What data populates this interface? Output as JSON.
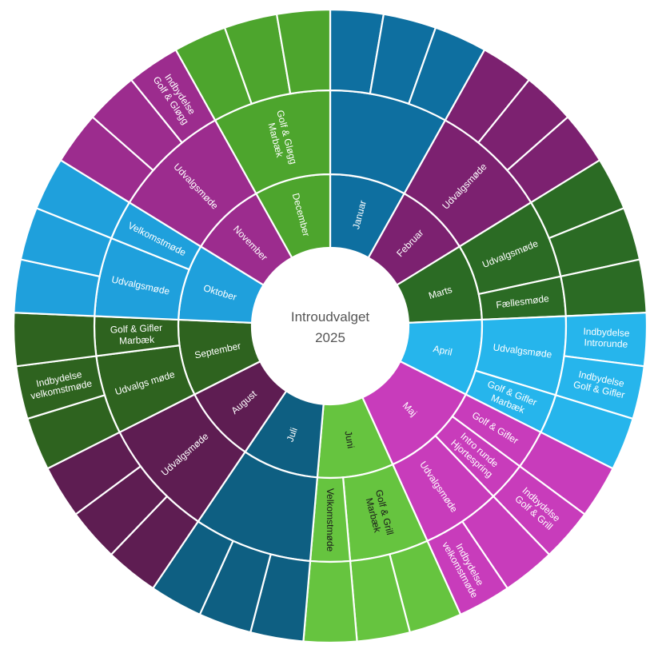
{
  "center": {
    "line1": "Introudvalget",
    "line2": "2025"
  },
  "colors": {
    "Januar": "#0e6fa0",
    "Februar": "#7c2170",
    "Marts": "#2b6b24",
    "April": "#26b5ec",
    "Maj": "#c83cbb",
    "Juni": "#66c43f",
    "Juli": "#0e5f82",
    "August": "#5e1d52",
    "September": "#2e631f",
    "Oktober": "#1fa0dc",
    "November": "#9c2c8e",
    "December": "#4da52d"
  },
  "months": [
    {
      "name": "Januar",
      "span": 3,
      "text_color": "#ffffff",
      "events": [
        {
          "label": "",
          "span": 3,
          "subs": 3
        }
      ]
    },
    {
      "name": "Februar",
      "span": 3,
      "text_color": "#ffffff",
      "events": [
        {
          "label": "Udvalgsmøde",
          "span": 3,
          "subs": 3
        }
      ]
    },
    {
      "name": "Marts",
      "span": 3,
      "text_color": "#ffffff",
      "events": [
        {
          "label": "Udvalgsmøde",
          "span": 2,
          "subs": 2
        },
        {
          "label": "Fællesmøde",
          "span": 1,
          "subs": 1
        }
      ]
    },
    {
      "name": "April",
      "span": 3,
      "text_color": "#ffffff",
      "events": [
        {
          "label": "Udvalgsmøde",
          "span": 2,
          "subs": 2,
          "sub_labels": [
            "Indbydelse Introrunde",
            "Indbydelse Golf & Gifler"
          ]
        },
        {
          "label": "Golf & Gifler Marbæk",
          "span": 1,
          "subs": 1
        }
      ]
    },
    {
      "name": "Maj",
      "span": 4,
      "text_color": "#ffffff",
      "events": [
        {
          "label": "Golf & Gifler",
          "span": 1,
          "subs": 1
        },
        {
          "label": "Intro runde Hjortespring",
          "span": 1,
          "subs": 1,
          "sub_labels": [
            "Indbydelse Golf & Grill"
          ]
        },
        {
          "label": "Udvalgsmøde",
          "span": 2,
          "subs": 2,
          "sub_labels": [
            "",
            "Indbydelse velkomstmøde"
          ]
        }
      ]
    },
    {
      "name": "Juni",
      "span": 3,
      "text_color": "#1a1a1a",
      "events": [
        {
          "label": "Golf & Grill Marbæk",
          "span": 2,
          "subs": 2
        },
        {
          "label": "Velkomstmøde",
          "span": 1,
          "subs": 1
        }
      ]
    },
    {
      "name": "Juli",
      "span": 3,
      "text_color": "#ffffff",
      "events": [
        {
          "label": "",
          "span": 3,
          "subs": 3
        }
      ]
    },
    {
      "name": "August",
      "span": 3,
      "text_color": "#ffffff",
      "events": [
        {
          "label": "Udvalgsmøde",
          "span": 3,
          "subs": 3
        }
      ]
    },
    {
      "name": "September",
      "span": 3,
      "text_color": "#ffffff",
      "events": [
        {
          "label": "Udvalgs møde",
          "span": 2,
          "subs": 2,
          "sub_labels": [
            "",
            "Indbydelse velkomstmøde"
          ]
        },
        {
          "label": "Golf & Gifler Marbæk",
          "span": 1,
          "subs": 1
        }
      ]
    },
    {
      "name": "Oktober",
      "span": 3,
      "text_color": "#ffffff",
      "events": [
        {
          "label": "Udvalgsmøde",
          "span": 2,
          "subs": 2
        },
        {
          "label": "Velkomstmøde",
          "span": 1,
          "subs": 1
        }
      ]
    },
    {
      "name": "November",
      "span": 3,
      "text_color": "#ffffff",
      "events": [
        {
          "label": "Udvalgsmøde",
          "span": 3,
          "subs": 3,
          "sub_labels": [
            "",
            "",
            "Indbydelse Golf & Gløgg"
          ]
        }
      ]
    },
    {
      "name": "December",
      "span": 3,
      "text_color": "#ffffff",
      "events": [
        {
          "label": "Golf & Gløgg Marbæk",
          "span": 3,
          "subs": 3
        }
      ]
    }
  ]
}
